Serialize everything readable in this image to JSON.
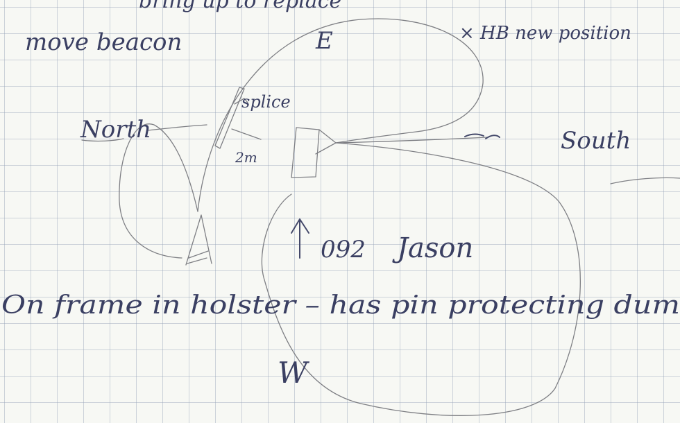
{
  "note": {
    "top_cut_line": "bring up to replace",
    "move_beacon": "move beacon",
    "east_label": "E",
    "hb_position": "× HB new position",
    "splice": "splice",
    "north": "North",
    "distance": "2m",
    "south": "South",
    "heading_value": "092",
    "vessel": "Jason",
    "frame_note": "On frame in holster – has pin protecting dum",
    "west_label": "W"
  },
  "colors": {
    "ink": "#3a3f62",
    "pencil": "#7e7f84",
    "grid": "#96a5b9",
    "paper": "#f7f8f4"
  }
}
